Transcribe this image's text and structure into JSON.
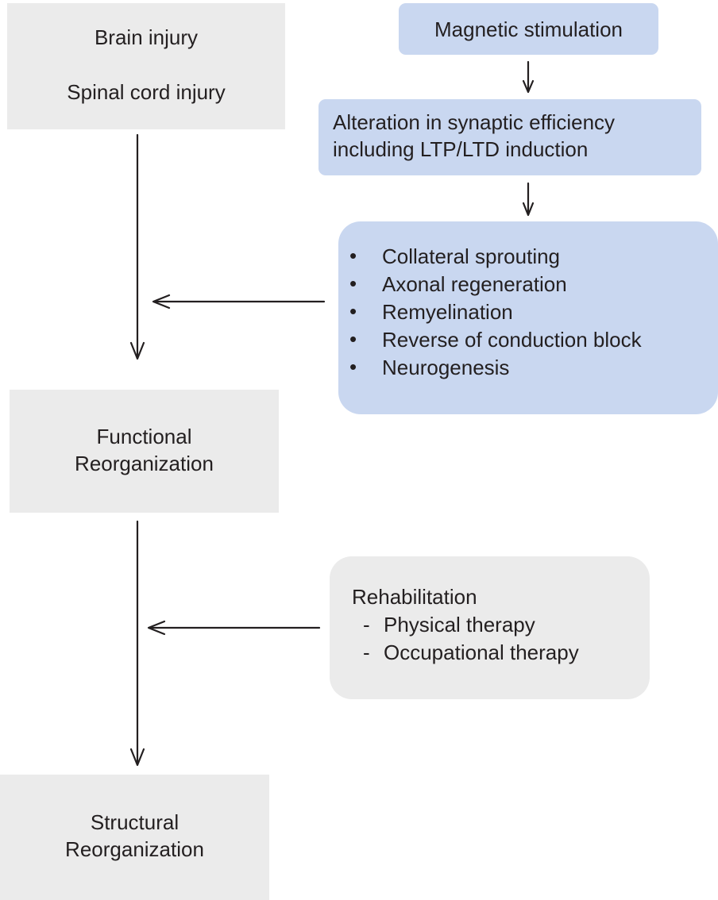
{
  "injury": {
    "line1": "Brain injury",
    "line2": "Spinal cord injury"
  },
  "magnetic_stimulation": "Magnetic stimulation",
  "synaptic": {
    "line1": "Alteration in synaptic efficiency",
    "line2": "including LTP/LTD induction"
  },
  "mechanisms": {
    "bullet_symbol": "•",
    "items": [
      "Collateral sprouting",
      "Axonal regeneration",
      "Remyelination",
      "Reverse of conduction block",
      "Neurogenesis"
    ]
  },
  "functional": {
    "line1": "Functional",
    "line2": "Reorganization"
  },
  "rehabilitation": {
    "title": "Rehabilitation",
    "dash": "-",
    "items": [
      "Physical therapy",
      "Occupational therapy"
    ]
  },
  "structural": {
    "line1": "Structural",
    "line2": "Reorganization"
  },
  "colors": {
    "gray_box": "#ebebeb",
    "blue_box": "#c9d7f0",
    "arrow": "#231f20"
  }
}
